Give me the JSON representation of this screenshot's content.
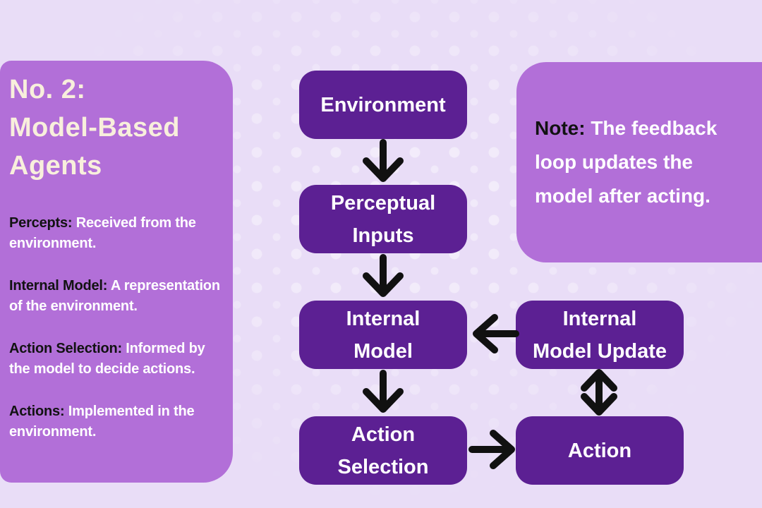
{
  "colors": {
    "background": "#e9ddf7",
    "dot": "#f5edfc",
    "panel_purple": "#b26fd8",
    "node_purple": "#5c2093",
    "title_cream": "#f8efdc",
    "label_black": "#121212",
    "text_white": "#ffffff",
    "arrow_black": "#111111"
  },
  "sidebar": {
    "title_lines": [
      "No. 2:",
      "Model-Based",
      "Agents"
    ],
    "items": [
      {
        "label": "Percepts:",
        "text": " Received from the environment."
      },
      {
        "label": "Internal Model:",
        "text": " A representation of the environment."
      },
      {
        "label": "Action Selection:",
        "text": " Informed by the model to decide actions."
      },
      {
        "label": "Actions:",
        "text": " Implemented in the environment."
      }
    ]
  },
  "flowchart": {
    "nodes": [
      {
        "id": "environment",
        "lines": [
          "Environment"
        ]
      },
      {
        "id": "perceptual-inputs",
        "lines": [
          "Perceptual",
          "Inputs"
        ]
      },
      {
        "id": "internal-model",
        "lines": [
          "Internal",
          "Model"
        ]
      },
      {
        "id": "action-selection",
        "lines": [
          "Action",
          "Selection"
        ]
      },
      {
        "id": "internal-model-update",
        "lines": [
          "Internal",
          "Model Update"
        ]
      },
      {
        "id": "action",
        "lines": [
          "Action"
        ]
      }
    ],
    "edges": [
      {
        "from": "environment",
        "to": "perceptual-inputs",
        "direction": "down"
      },
      {
        "from": "perceptual-inputs",
        "to": "internal-model",
        "direction": "down"
      },
      {
        "from": "internal-model",
        "to": "action-selection",
        "direction": "down"
      },
      {
        "from": "internal-model-update",
        "to": "internal-model",
        "direction": "left"
      },
      {
        "from": "action-selection",
        "to": "action",
        "direction": "right"
      },
      {
        "from": "internal-model-update",
        "to": "action",
        "direction": "both"
      }
    ]
  },
  "note": {
    "label": "Note:",
    "text": " The feedback loop updates the model after acting."
  }
}
